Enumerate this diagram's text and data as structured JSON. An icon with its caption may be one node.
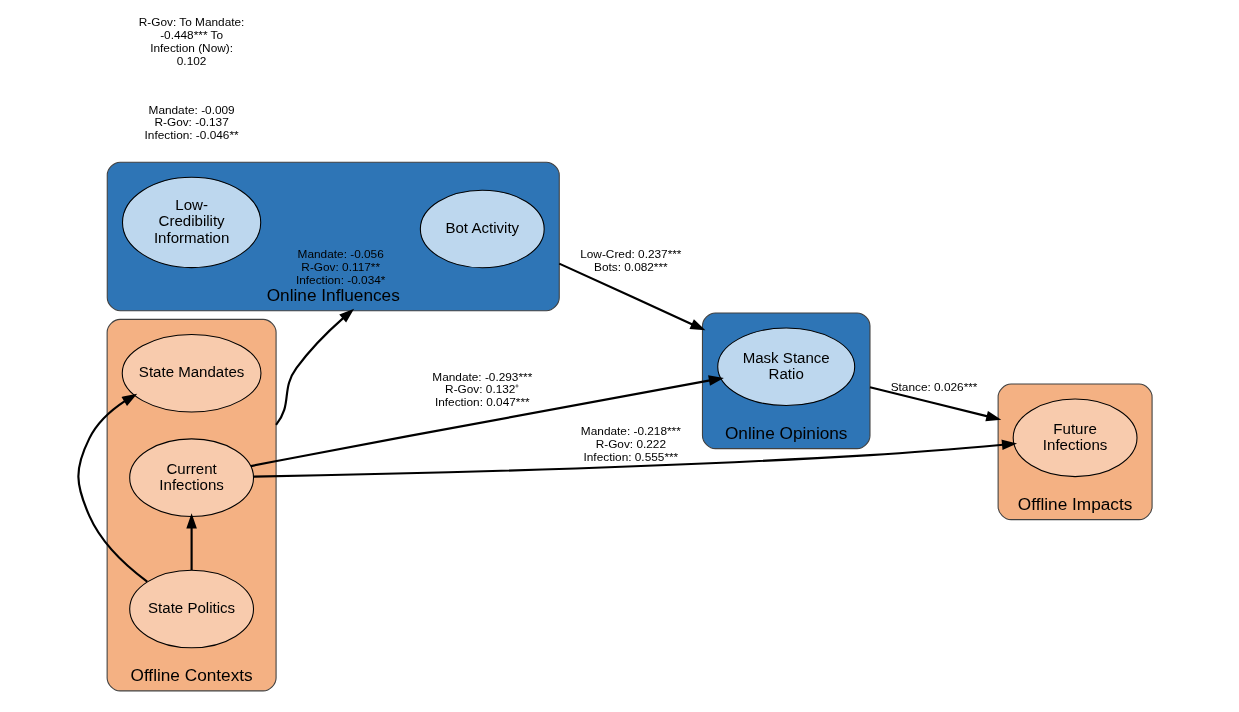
{
  "diagram": {
    "nodes": [
      {
        "text": [
          "Offline Contexts"
        ]
      },
      {
        "text": [
          "State Mandates"
        ],
        "in": 0
      },
      {
        "text": [
          "Current Infections"
        ],
        "in": 0
      },
      {
        "text": [
          "State Politics"
        ],
        "in": 0
      },
      {
        "text": [
          "Online Influences"
        ]
      },
      {
        "text": [
          "Low-Credibility Information"
        ],
        "in": 4
      },
      {
        "text": [
          "Bot Activity"
        ],
        "in": 4
      },
      {
        "text": [
          "Online Opinions"
        ]
      },
      {
        "text": [
          "Mask Stance Ratio"
        ],
        "in": 7
      },
      {
        "text": [
          "Offline Impacts"
        ]
      },
      {
        "text": [
          "Future Infections"
        ],
        "in": 9
      }
    ],
    "edges": [
      {
        "from": 0,
        "to": 4,
        "arrow": "to",
        "label": "Mandate: -0.056 R-Gov: 0.117** Infection: -0.034*"
      },
      {
        "from": 4,
        "to": 7,
        "arrow": "to",
        "label": "Low-Cred: 0.237*** Bots: 0.082***"
      },
      {
        "from": 7,
        "to": 9,
        "arrow": "to",
        "label": "Stance: 0.026***"
      },
      {
        "from": 2,
        "to": 8,
        "arrow": "to",
        "label": "Mandate: -0.293*** R-Gov: 0.132⁺ Infection: 0.047***"
      },
      {
        "from": 2,
        "to": 10,
        "arrow": "to",
        "label": "Mandate: -0.218*** R-Gov: 0.222 Infection: 0.555***"
      },
      {
        "from": 3,
        "to": 1,
        "arrow": "to"
      },
      {
        "from": 3,
        "to": 2,
        "arrow": "to"
      }
    ],
    "labels": [
      "Mandate: -0.009 R-Gov: -0.137 Infection: -0.046**",
      "R-Gov: To Mandate: -0.448*** To Infection (Now): 0.102"
    ]
  }
}
